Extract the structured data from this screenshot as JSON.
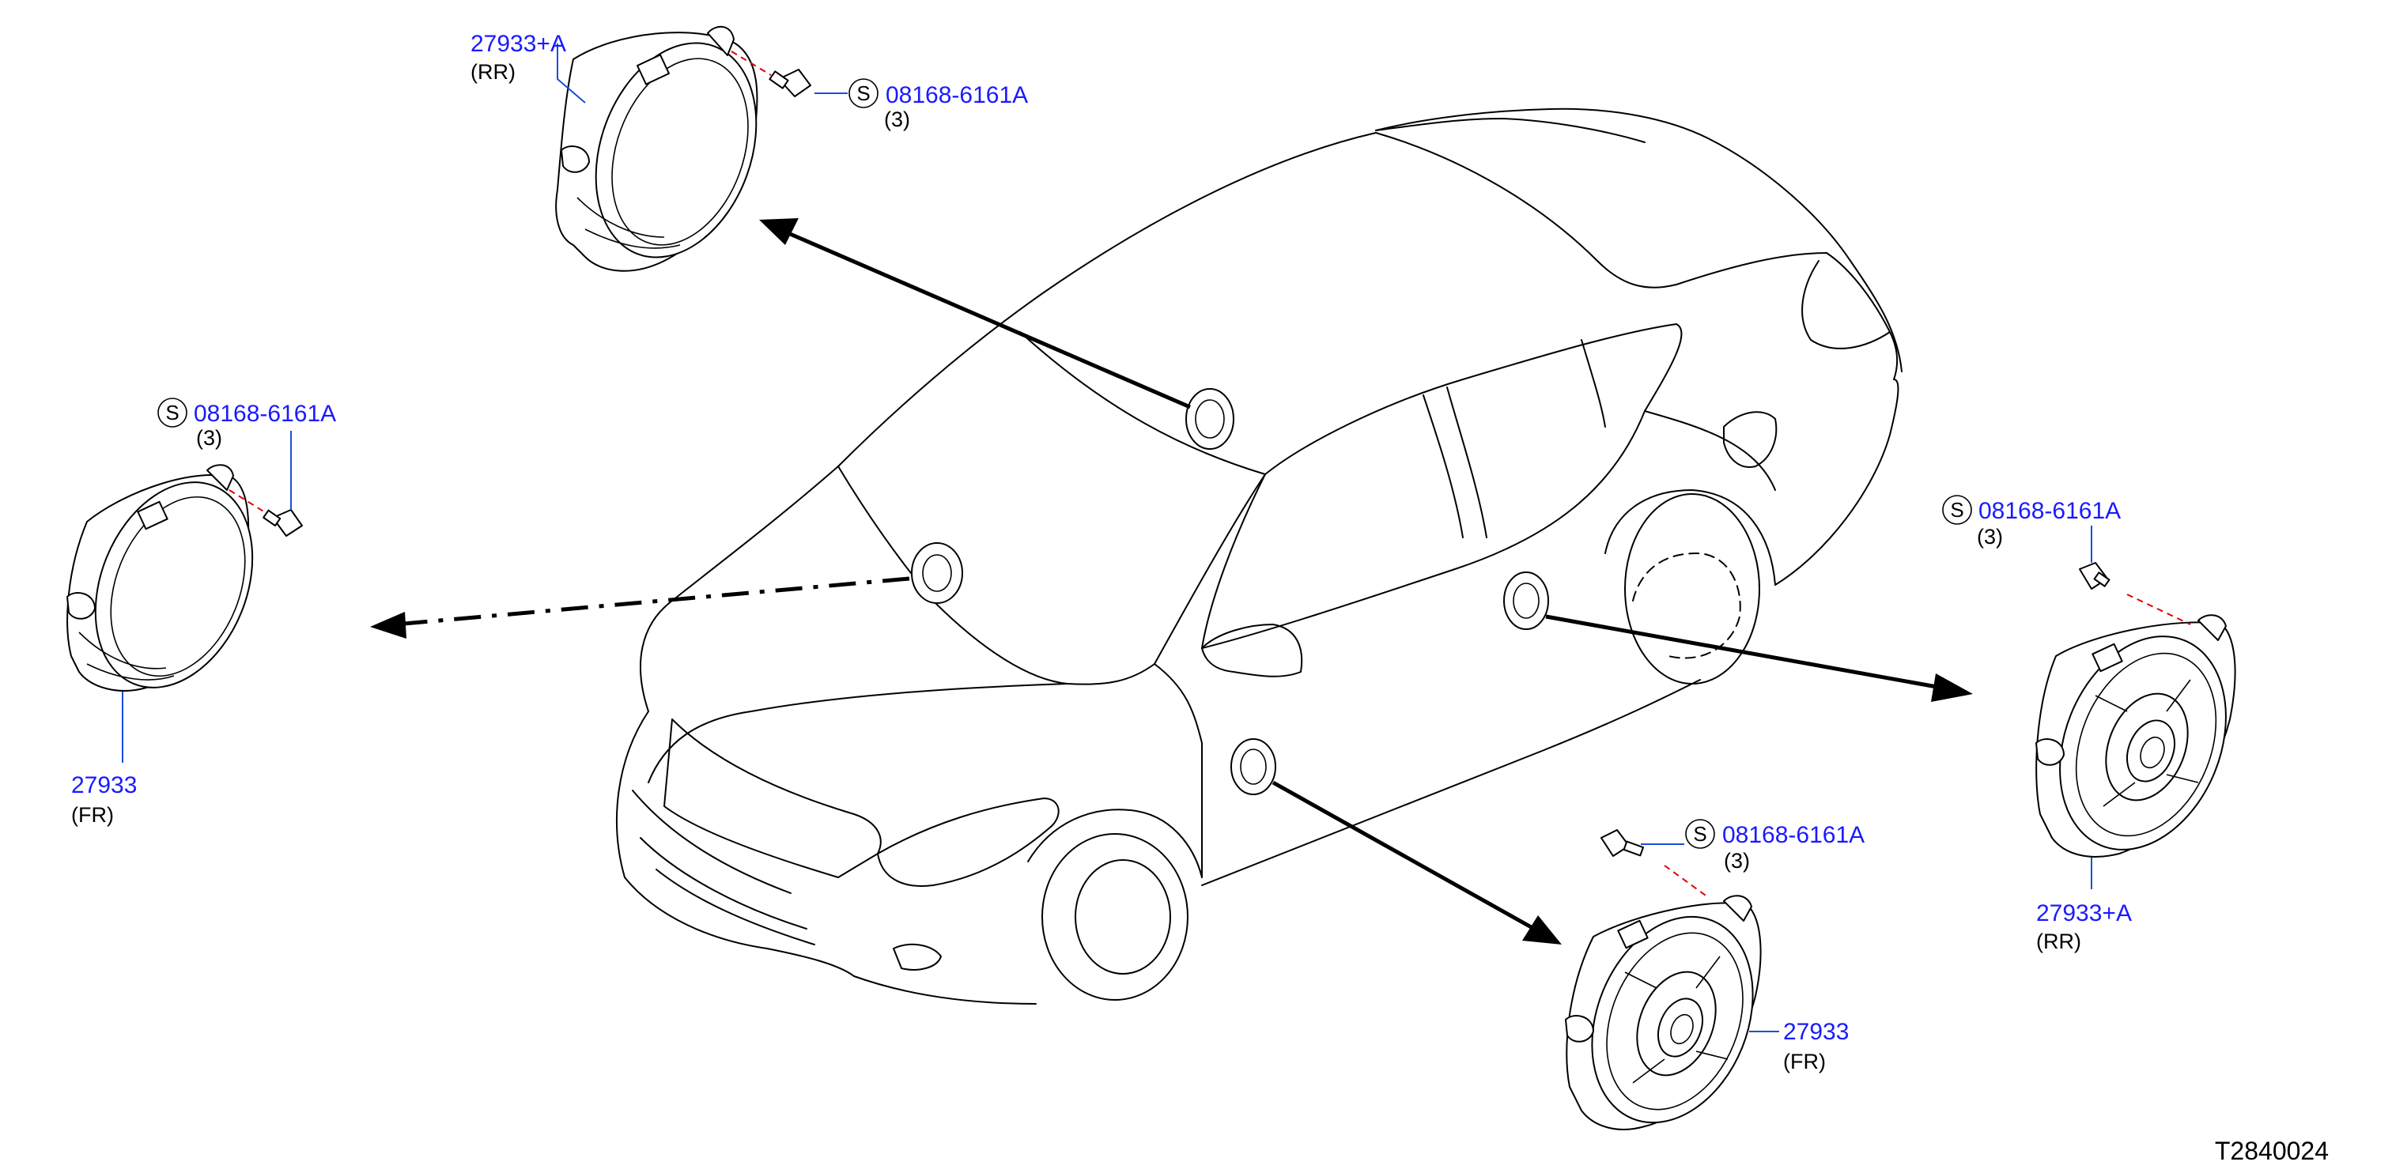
{
  "diagram_id": "T2840024",
  "callouts": {
    "rr_top": {
      "part_no": "27933+A",
      "position": "(RR)"
    },
    "fr_left": {
      "part_no": "27933",
      "position": "(FR)"
    },
    "rr_right": {
      "part_no": "27933+A",
      "position": "(RR)"
    },
    "fr_bottom": {
      "part_no": "27933",
      "position": "(FR)"
    }
  },
  "screws": {
    "top": {
      "symbol": "S",
      "part_no": "08168-6161A",
      "qty": "(3)"
    },
    "left": {
      "symbol": "S",
      "part_no": "08168-6161A",
      "qty": "(3)"
    },
    "right": {
      "symbol": "S",
      "part_no": "08168-6161A",
      "qty": "(3)"
    },
    "bottom": {
      "symbol": "S",
      "part_no": "08168-6161A",
      "qty": "(3)"
    }
  },
  "colors": {
    "part_number": "#1a1aff",
    "leader_line": "#1a4fd6",
    "alignment_line": "#e00000",
    "line_art": "#000000"
  }
}
